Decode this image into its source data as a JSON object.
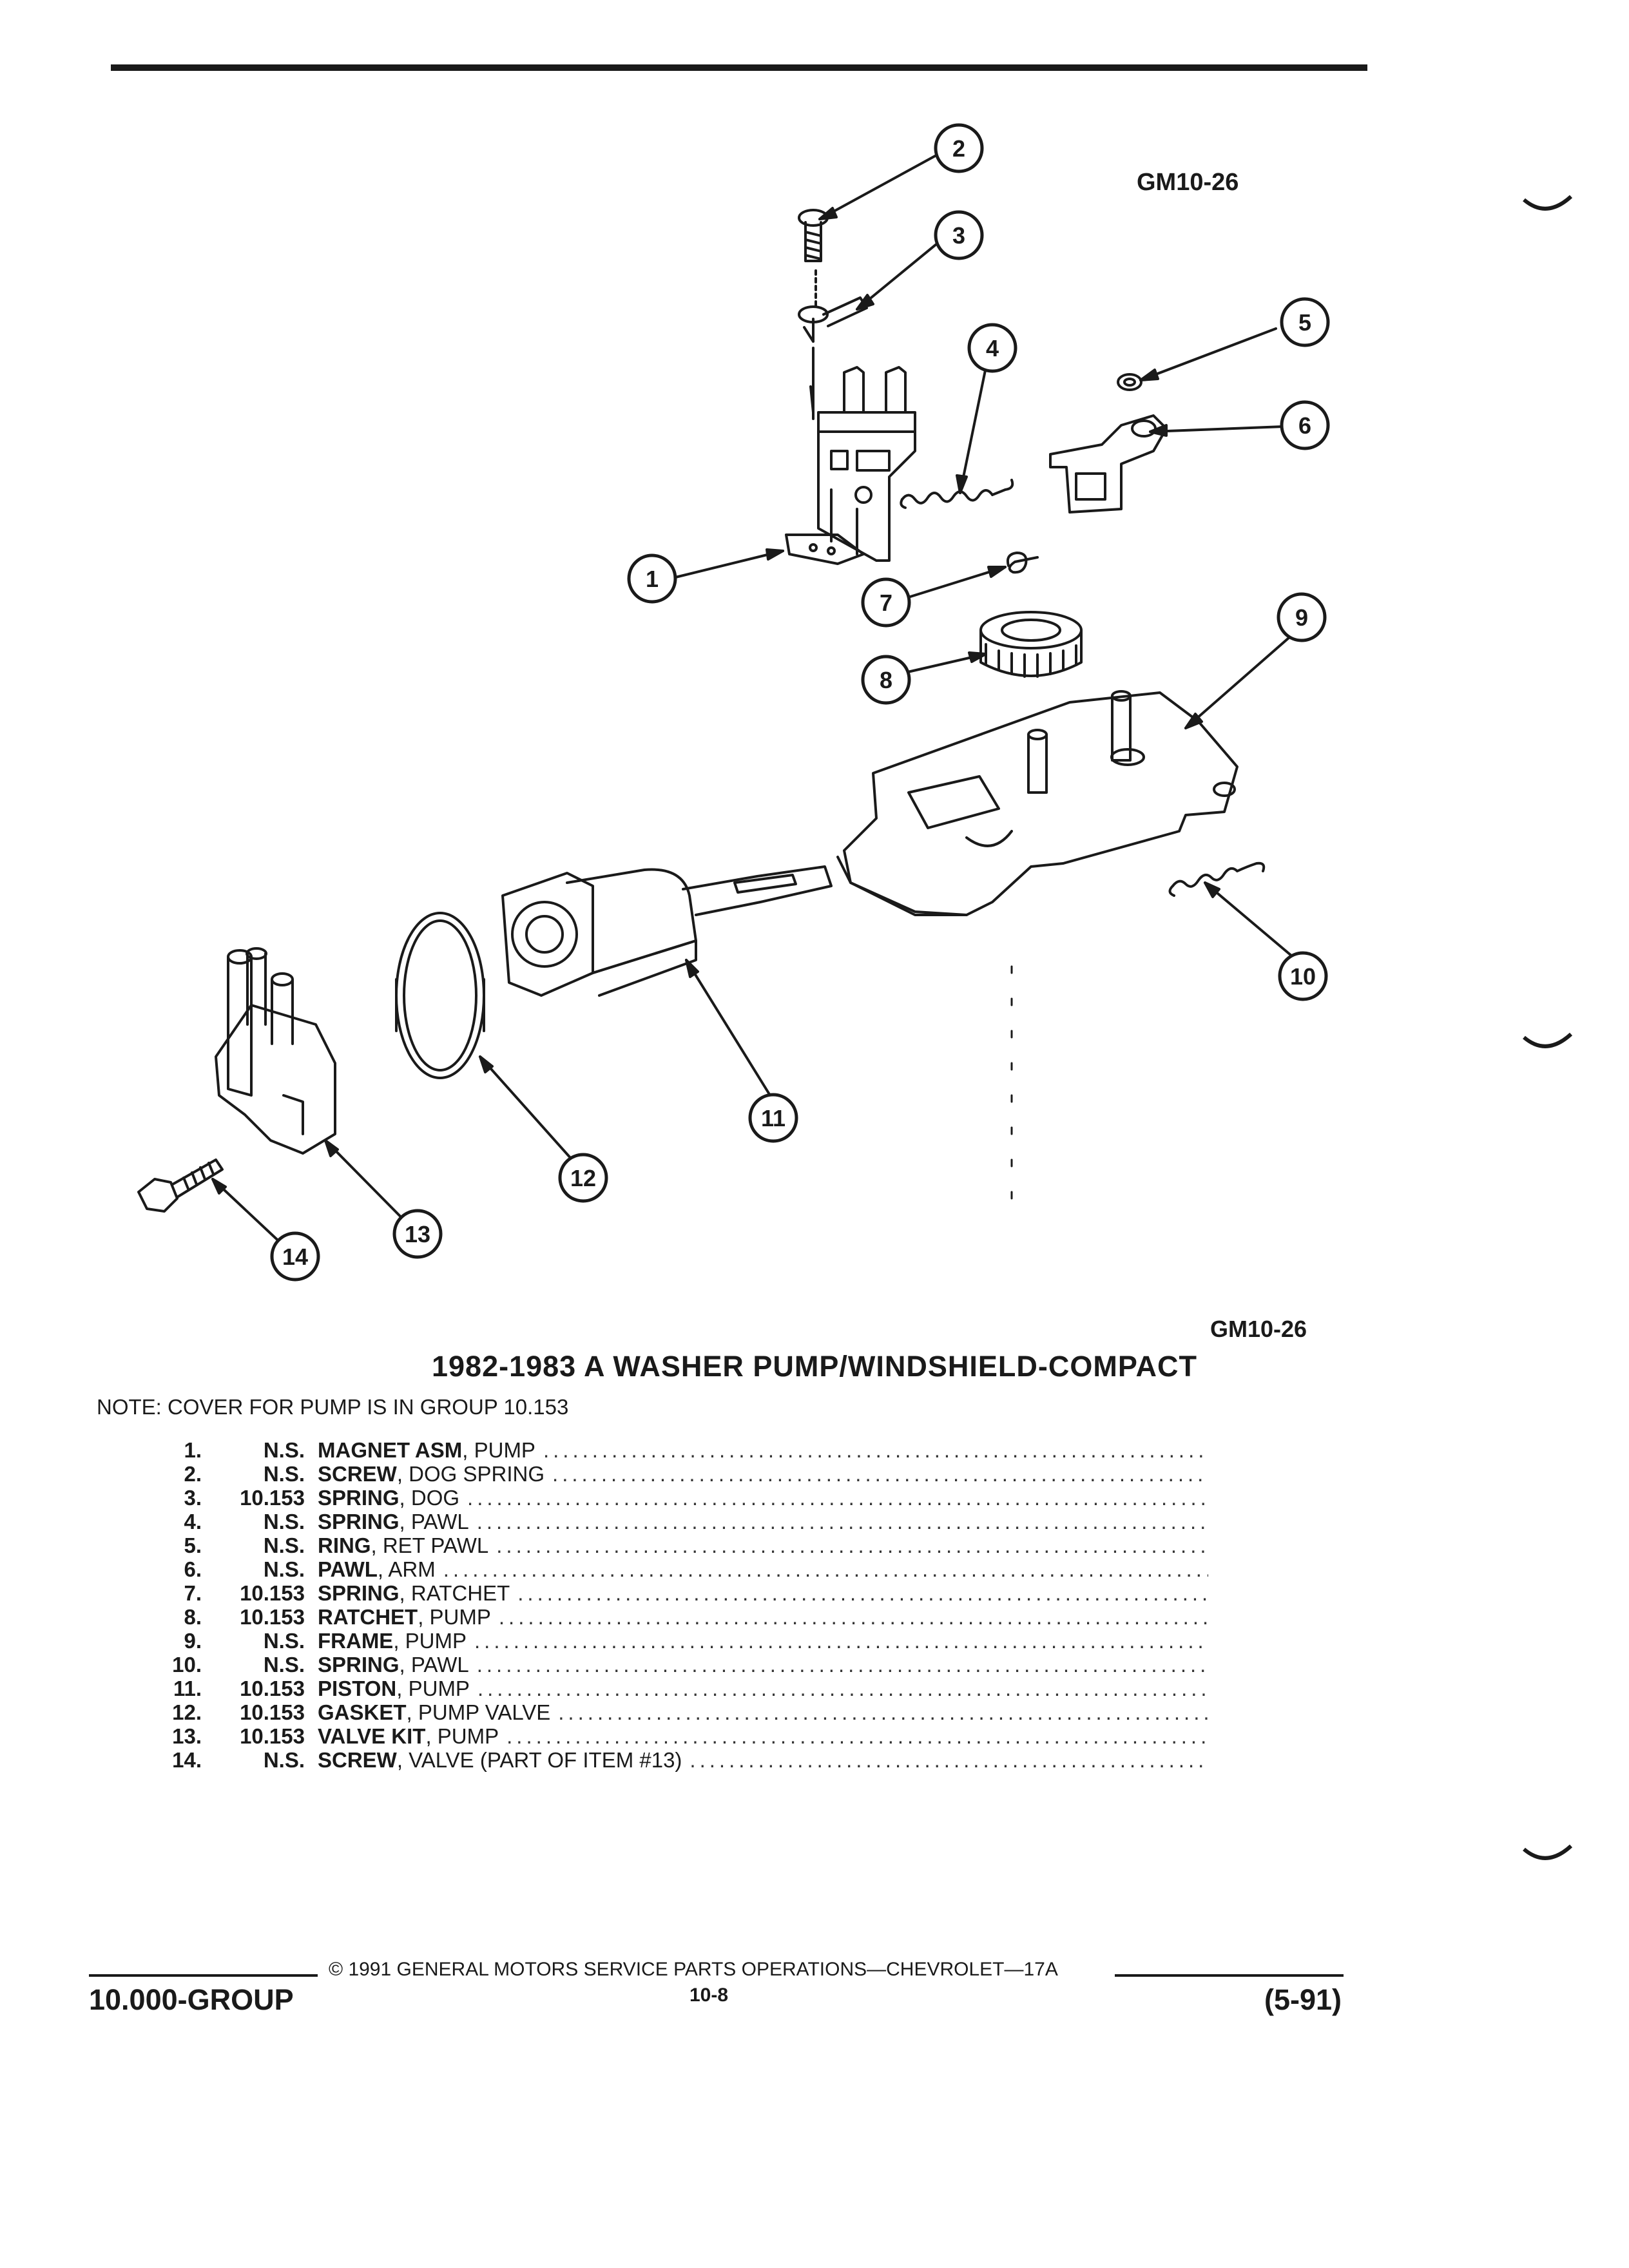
{
  "figure": {
    "reference_top": "GM10-26",
    "reference_bottom": "GM10-26",
    "callouts": [
      "1",
      "2",
      "3",
      "4",
      "5",
      "6",
      "7",
      "8",
      "9",
      "10",
      "11",
      "12",
      "13",
      "14"
    ]
  },
  "title": "1982-1983 A WASHER PUMP/WINDSHIELD-COMPACT",
  "note": "NOTE: COVER FOR PUMP IS IN GROUP 10.153",
  "parts": [
    {
      "num": "1.",
      "group": "N.S.",
      "name": "MAGNET ASM",
      "desc": ", PUMP"
    },
    {
      "num": "2.",
      "group": "N.S.",
      "name": "SCREW",
      "desc": ", DOG SPRING"
    },
    {
      "num": "3.",
      "group": "10.153",
      "name": "SPRING",
      "desc": ", DOG"
    },
    {
      "num": "4.",
      "group": "N.S.",
      "name": "SPRING",
      "desc": ", PAWL"
    },
    {
      "num": "5.",
      "group": "N.S.",
      "name": "RING",
      "desc": ", RET PAWL"
    },
    {
      "num": "6.",
      "group": "N.S.",
      "name": "PAWL",
      "desc": ", ARM"
    },
    {
      "num": "7.",
      "group": "10.153",
      "name": "SPRING",
      "desc": ", RATCHET"
    },
    {
      "num": "8.",
      "group": "10.153",
      "name": "RATCHET",
      "desc": ", PUMP"
    },
    {
      "num": "9.",
      "group": "N.S.",
      "name": "FRAME",
      "desc": ", PUMP"
    },
    {
      "num": "10.",
      "group": "N.S.",
      "name": "SPRING",
      "desc": ", PAWL"
    },
    {
      "num": "11.",
      "group": "10.153",
      "name": "PISTON",
      "desc": ", PUMP"
    },
    {
      "num": "12.",
      "group": "10.153",
      "name": "GASKET",
      "desc": ", PUMP VALVE"
    },
    {
      "num": "13.",
      "group": "10.153",
      "name": "VALVE KIT",
      "desc": ", PUMP"
    },
    {
      "num": "14.",
      "group": "N.S.",
      "name": "SCREW",
      "desc": ", VALVE (PART OF ITEM #13)"
    }
  ],
  "footer": {
    "group": "10.000-GROUP",
    "copyright": "© 1991 GENERAL MOTORS SERVICE PARTS OPERATIONS—CHEVROLET—17A",
    "page": "10-8",
    "date": "(5-91)"
  }
}
